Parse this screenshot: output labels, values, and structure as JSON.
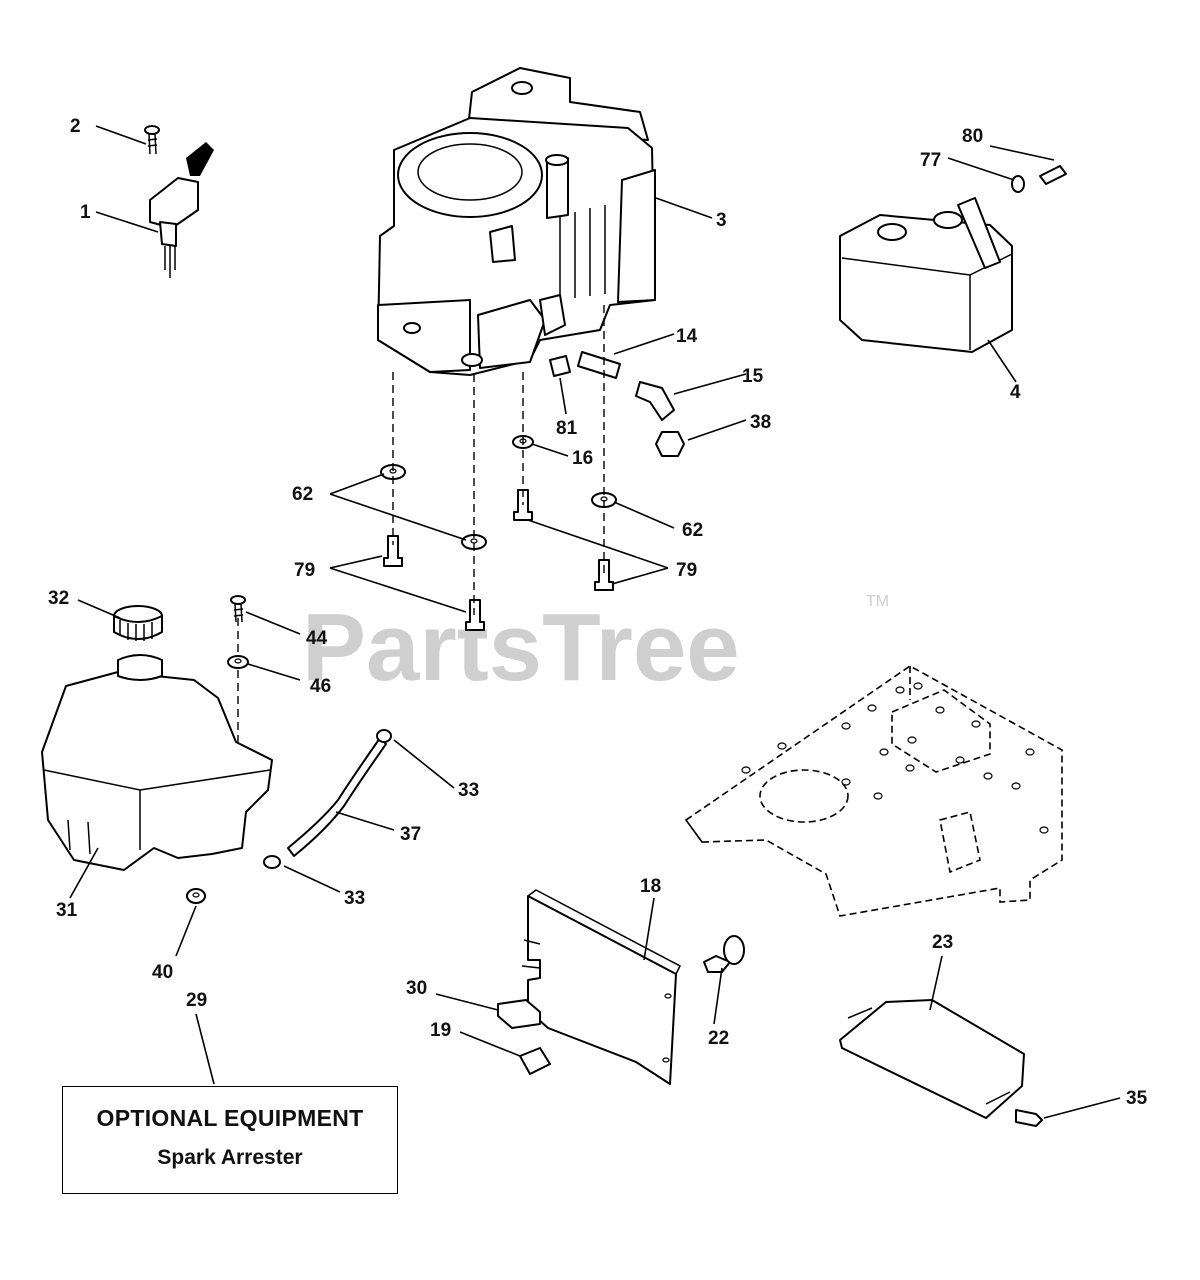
{
  "watermark": {
    "brand": "PartsTree",
    "trademark": "TM"
  },
  "callouts": {
    "c1": "1",
    "c2": "2",
    "c3": "3",
    "c4": "4",
    "c14": "14",
    "c15": "15",
    "c16": "16",
    "c18": "18",
    "c19": "19",
    "c22": "22",
    "c23": "23",
    "c29": "29",
    "c30": "30",
    "c31": "31",
    "c32": "32",
    "c33a": "33",
    "c33b": "33",
    "c35": "35",
    "c37": "37",
    "c38": "38",
    "c40": "40",
    "c44": "44",
    "c46": "46",
    "c62a": "62",
    "c62b": "62",
    "c77": "77",
    "c79a": "79",
    "c79b": "79",
    "c80": "80",
    "c81": "81"
  },
  "optional_equipment": {
    "title": "OPTIONAL EQUIPMENT",
    "subtitle": "Spark Arrester"
  }
}
